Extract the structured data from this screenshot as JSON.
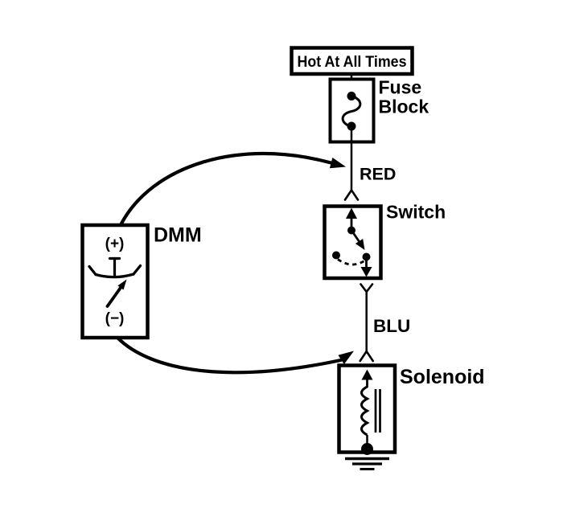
{
  "diagram": {
    "power_tag": {
      "label": "Hot At All Times"
    },
    "fuse_block": {
      "label_line1": "Fuse",
      "label_line2": "Block",
      "icon": "fuse-icon"
    },
    "wire_red": {
      "label": "RED"
    },
    "switch": {
      "label": "Switch",
      "icon": "switch-contacts-icon"
    },
    "wire_blu": {
      "label": "BLU"
    },
    "solenoid": {
      "label": "Solenoid",
      "icon": "coil-icon",
      "ground_icon": "ground-icon"
    },
    "dmm": {
      "label": "DMM",
      "positive_terminal": "(+)",
      "negative_terminal": "(−)",
      "meter_icon": "analog-meter-icon",
      "needle_icon": "meter-needle-icon"
    },
    "connectors": {
      "upper": "inline-connector-fork-icon",
      "lower": "inline-connector-y-icon",
      "solenoid_side": "inline-connector-fork-icon"
    },
    "probe_arrows": {
      "positive": "curved-probe-arrow-icon",
      "negative": "curved-probe-arrow-icon"
    },
    "colors": {
      "ink": "#000000",
      "background": "#ffffff"
    }
  }
}
